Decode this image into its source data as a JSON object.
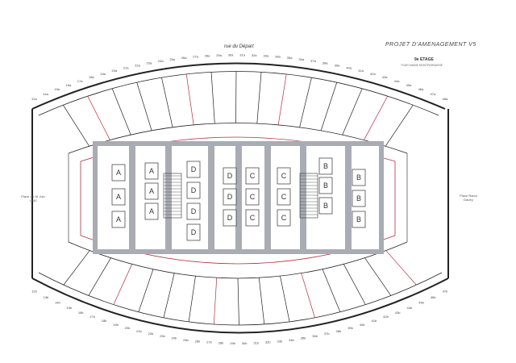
{
  "header": {
    "street_top": "rue du Départ",
    "project_title": "PROJET D'AMENAGEMENT V5",
    "floor_label": "9e ETAGE",
    "building_label": "TOUR MAINE MONTPARNASSE"
  },
  "sides": {
    "left_place": "Place du 18 Juin 1940",
    "right_place": "Place Raoul Dautry"
  },
  "facade_numbers_top": [
    "12a",
    "14a",
    "15a",
    "16a",
    "17a",
    "18a",
    "19a",
    "20a",
    "21a",
    "22a",
    "23a",
    "24a",
    "25a",
    "26a",
    "27a",
    "28a",
    "29a",
    "30a",
    "31a",
    "32a",
    "33a",
    "34a",
    "35a",
    "36a",
    "37a",
    "38a",
    "39a",
    "40a",
    "41a",
    "42a",
    "43a",
    "44a",
    "45a",
    "46a",
    "47a",
    "48a"
  ],
  "facade_numbers_bottom": [
    "12b",
    "13b",
    "14b",
    "15b",
    "16b",
    "17b",
    "18b",
    "19b",
    "20b",
    "21b",
    "22b",
    "23b",
    "24b",
    "25b",
    "26b",
    "27b",
    "28b",
    "29b",
    "30b",
    "31b",
    "32b",
    "33b",
    "34b",
    "35b",
    "36b",
    "37b",
    "38b",
    "39b",
    "40b",
    "41b",
    "42b",
    "43b",
    "44b",
    "45b",
    "46b",
    "47b"
  ],
  "elevator_groups": [
    {
      "id": "A-west",
      "letters": [
        "A",
        "A",
        "A"
      ]
    },
    {
      "id": "A-east",
      "letters": [
        "A",
        "A",
        "A"
      ]
    },
    {
      "id": "D-west",
      "letters": [
        "D",
        "D",
        "D",
        "D"
      ]
    },
    {
      "id": "D-east",
      "letters": [
        "D",
        "D",
        "D"
      ]
    },
    {
      "id": "C-west",
      "letters": [
        "C",
        "C",
        "C"
      ]
    },
    {
      "id": "C-east",
      "letters": [
        "C",
        "C",
        "C"
      ]
    },
    {
      "id": "B-west",
      "letters": [
        "B",
        "B",
        "B"
      ]
    },
    {
      "id": "B-east",
      "letters": [
        "B",
        "B",
        "B"
      ]
    }
  ],
  "colors": {
    "wall": "#222222",
    "partition": "#b03040",
    "core": "#a9acb3"
  }
}
